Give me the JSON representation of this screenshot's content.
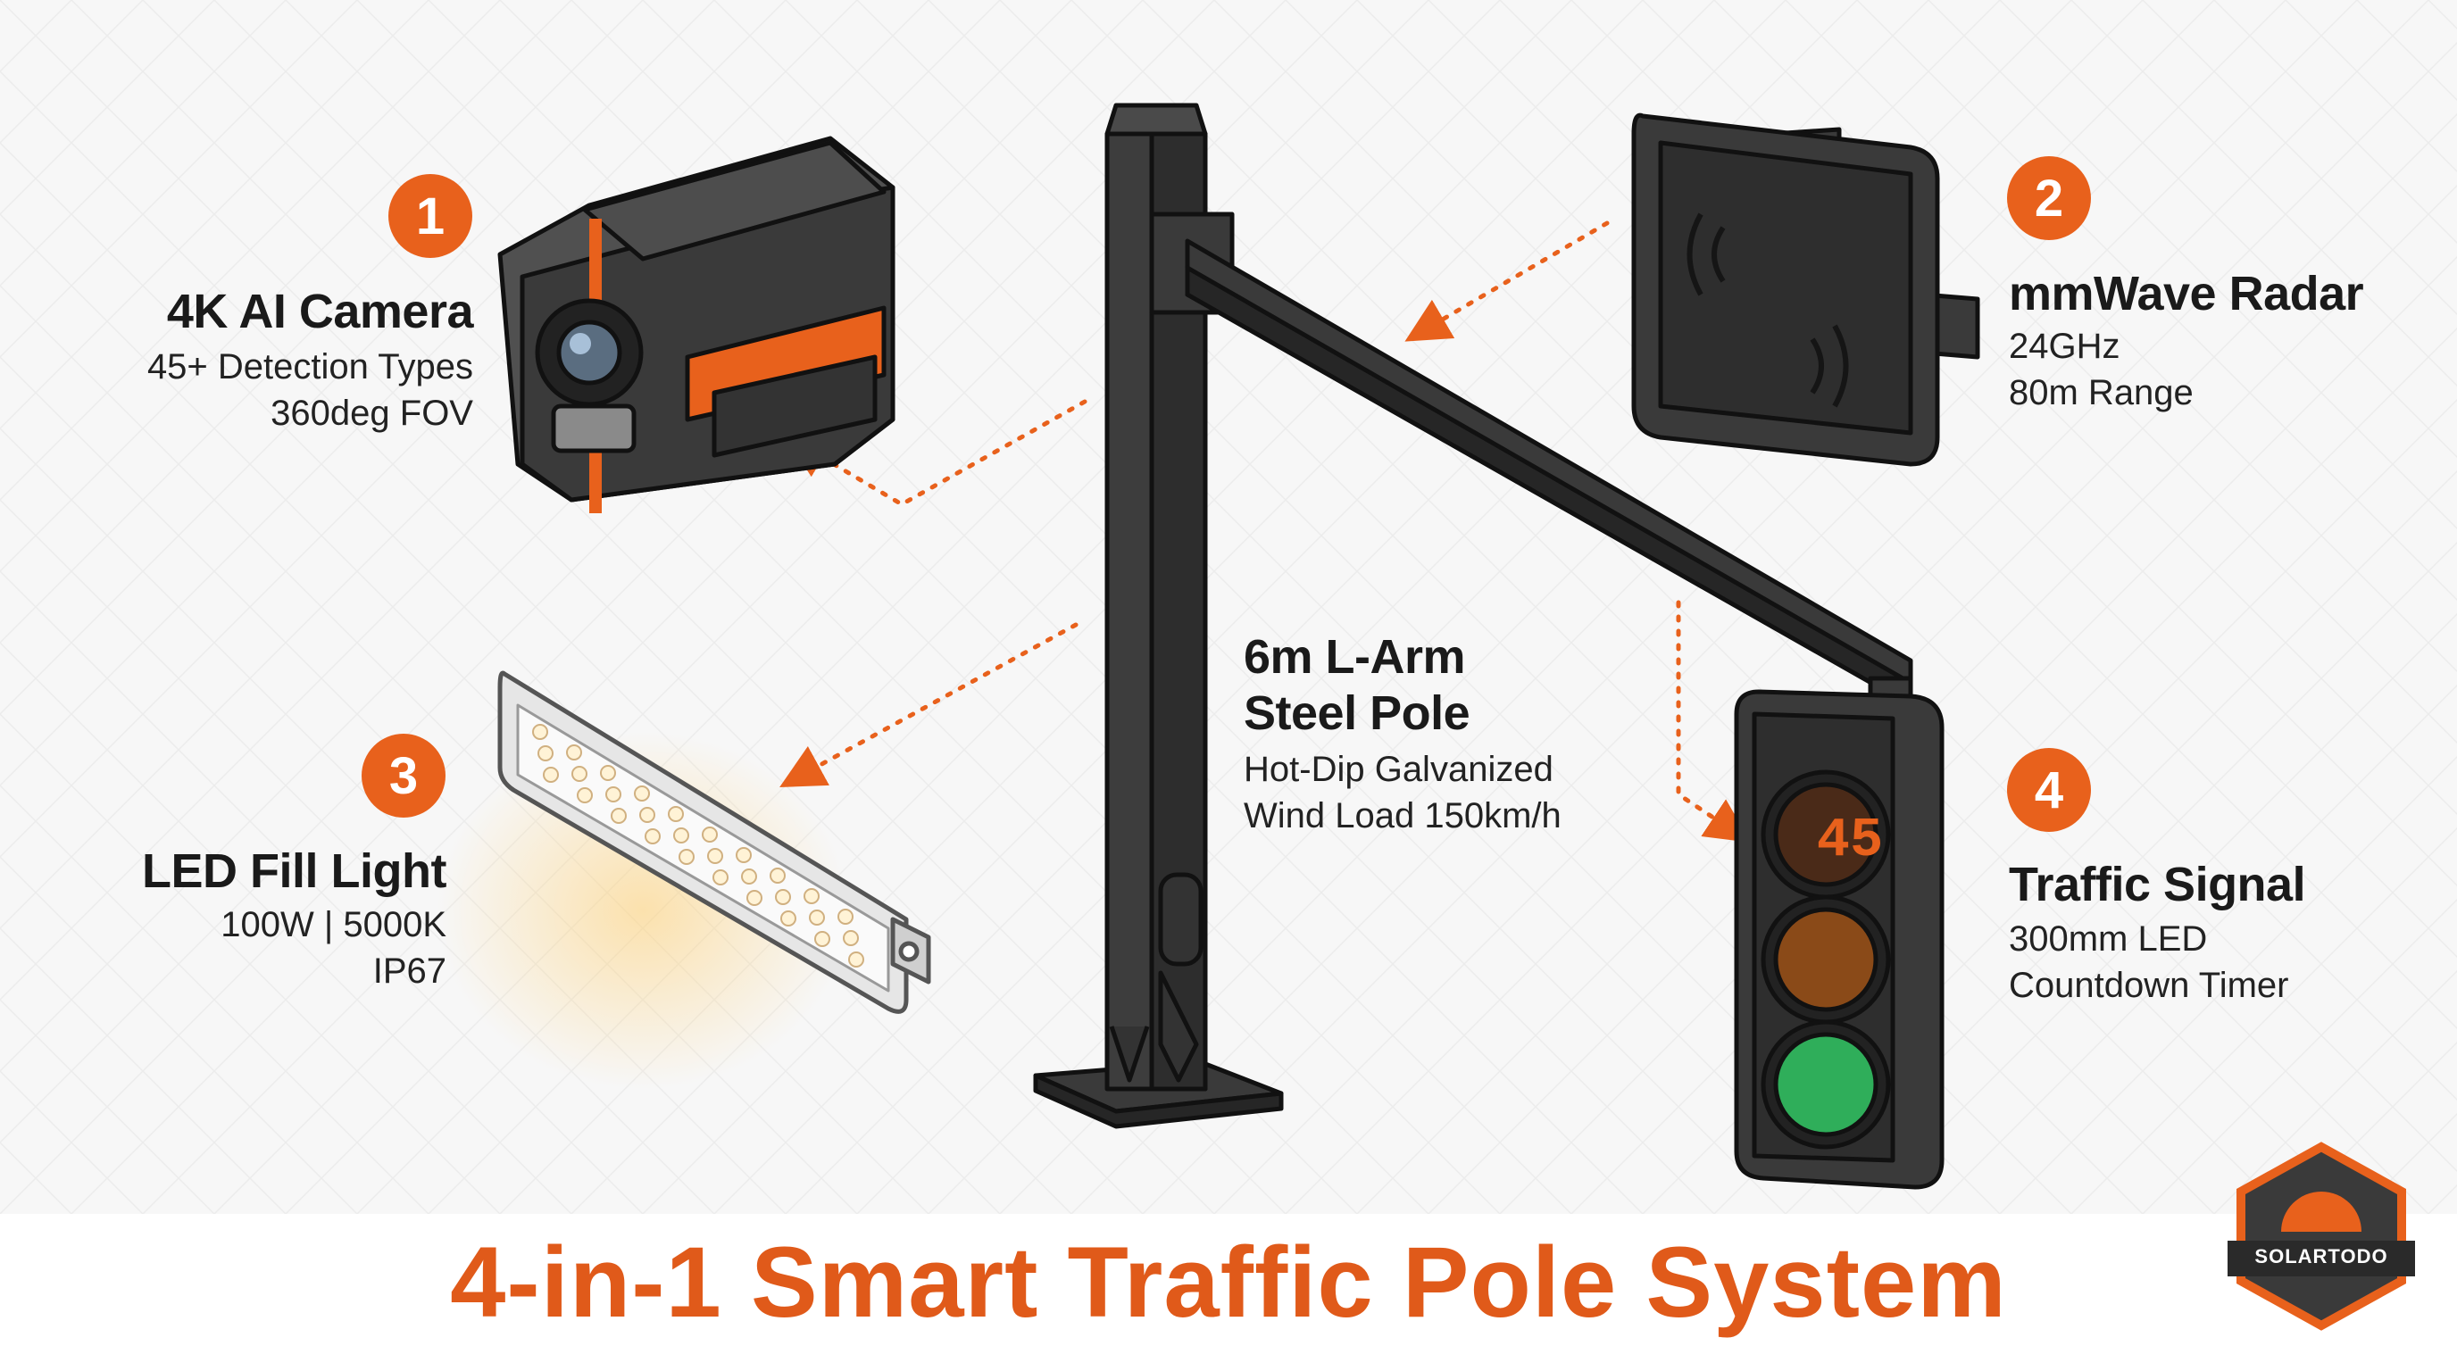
{
  "title": "4-in-1 Smart Traffic Pole System",
  "brand": "SOLARTODO",
  "countdown_digits": "45",
  "colors": {
    "accent": "#e8611c",
    "title": "#e05a1a",
    "metal": "#3b3b3b",
    "signal_green": "#2fae5a",
    "signal_amber": "#c0601a"
  },
  "components": [
    {
      "number": "1",
      "title": "4K AI Camera",
      "lines": [
        "45+ Detection Types",
        "360deg FOV"
      ]
    },
    {
      "number": "2",
      "title": "mmWave Radar",
      "lines": [
        "24GHz",
        "80m Range"
      ]
    },
    {
      "number": "3",
      "title": "LED Fill Light",
      "lines": [
        "100W | 5000K",
        "IP67"
      ]
    },
    {
      "number": "4",
      "title": "Traffic Signal",
      "lines": [
        "300mm LED",
        "Countdown Timer"
      ]
    }
  ],
  "pole": {
    "title_lines": [
      "6m L-Arm",
      "Steel Pole"
    ],
    "lines": [
      "Hot-Dip Galvanized",
      "Wind Load 150km/h"
    ]
  }
}
